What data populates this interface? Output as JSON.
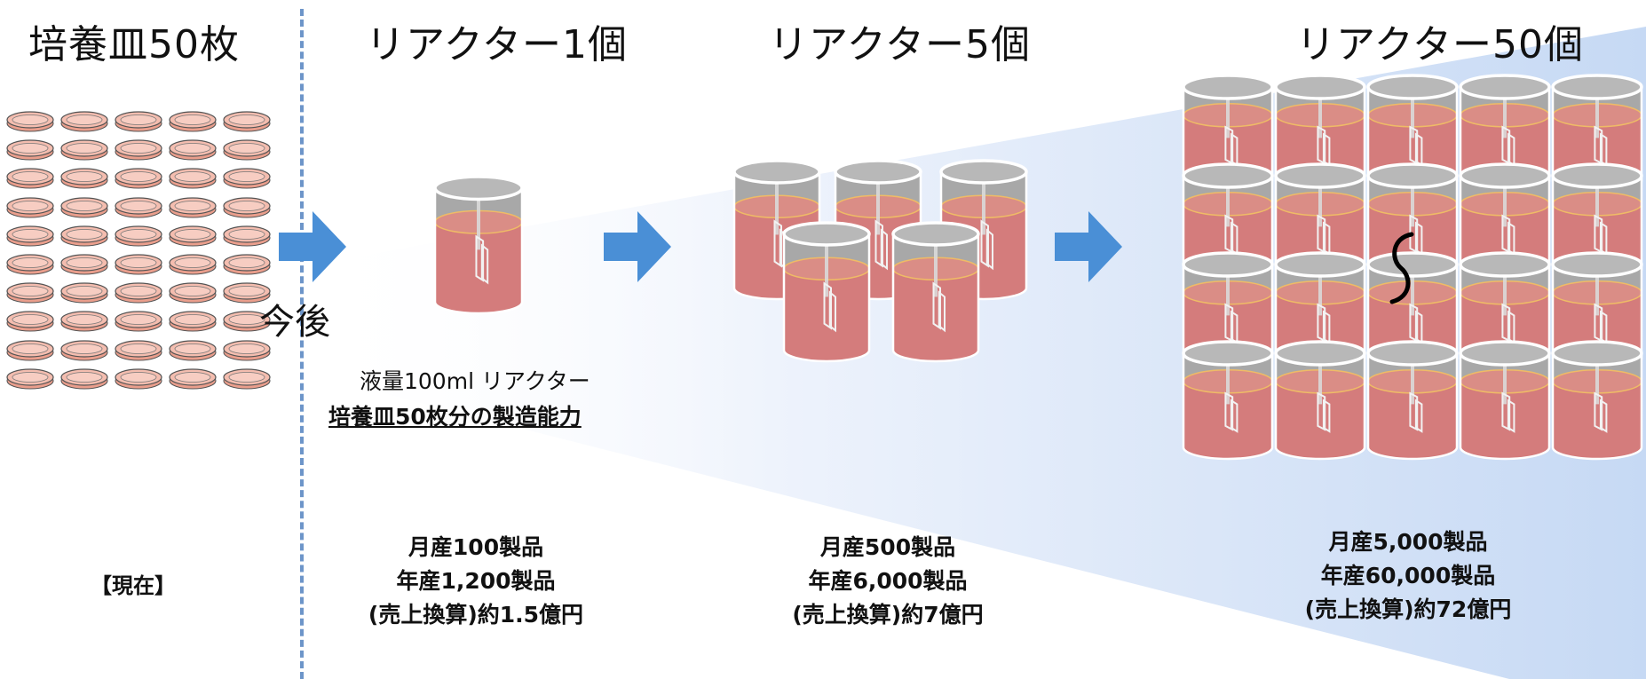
{
  "stages": [
    {
      "heading": "培養皿50枚",
      "note": "【現在】"
    },
    {
      "heading": "リアクター1個",
      "caption_line1": "液量100ml リアクター",
      "caption_line2": "培養皿50枚分の製造能力",
      "stats": [
        "月産100製品",
        "年産1,200製品",
        "(売上換算)約1.5億円"
      ]
    },
    {
      "heading": "リアクター5個",
      "stats": [
        "月産500製品",
        "年産6,000製品",
        "(売上換算)約7億円"
      ]
    },
    {
      "heading": "リアクター50個",
      "stats": [
        "月産5,000製品",
        "年産60,000製品",
        "(売上換算)約72億円"
      ]
    }
  ],
  "future_label": "今後",
  "colors": {
    "arrow": "#4a8fd6",
    "culture_medium": "#d98282",
    "dish_fill": "#f2b8a8",
    "divider": "#6d95c9",
    "background_fan": "#c9dbf5"
  }
}
